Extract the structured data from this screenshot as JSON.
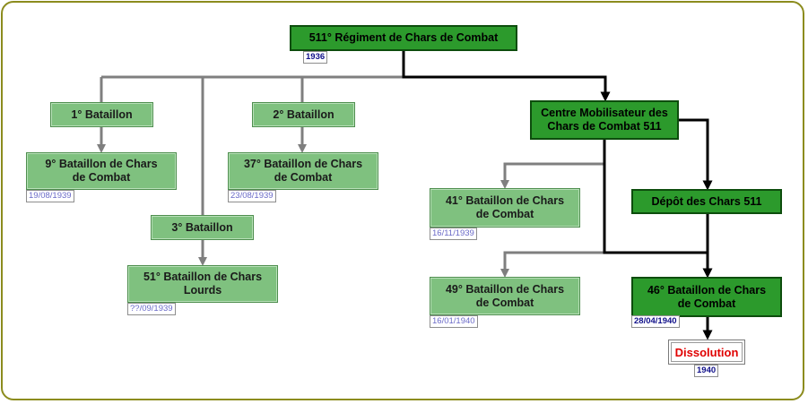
{
  "colors": {
    "frame_border": "#8c8c1e",
    "light_box": "#7fc17f",
    "dark_box": "#2c9a2c",
    "grey_connector": "#7f7f7f",
    "black_connector": "#000000",
    "dissolution_text": "#e00000"
  },
  "nodes": {
    "regiment": {
      "label": "511° Régiment de Chars de Combat",
      "date": "1936"
    },
    "bataillon_1": {
      "label": "1° Bataillon"
    },
    "bataillon_2": {
      "label": "2° Bataillon"
    },
    "bataillon_3": {
      "label": "3° Bataillon"
    },
    "bcc_9": {
      "label": "9° Bataillon de Chars de Combat",
      "date": "19/08/1939"
    },
    "bcc_37": {
      "label": "37° Bataillon de Chars de Combat",
      "date": "23/08/1939"
    },
    "bcl_51": {
      "label": "51° Bataillon de Chars Lourds",
      "date": "??/09/1939"
    },
    "cm_511": {
      "label": "Centre Mobilisateur des Chars de Combat 511"
    },
    "bcc_41": {
      "label": "41° Bataillon de Chars de Combat",
      "date": "16/11/1939"
    },
    "bcc_49": {
      "label": "49° Bataillon de Chars de Combat",
      "date": "16/01/1940"
    },
    "depot_511": {
      "label": "Dépôt des Chars 511"
    },
    "bcc_46": {
      "label": "46° Bataillon de Chars de Combat",
      "date": "28/04/1940"
    },
    "dissolution": {
      "label": "Dissolution",
      "date": "1940"
    }
  }
}
